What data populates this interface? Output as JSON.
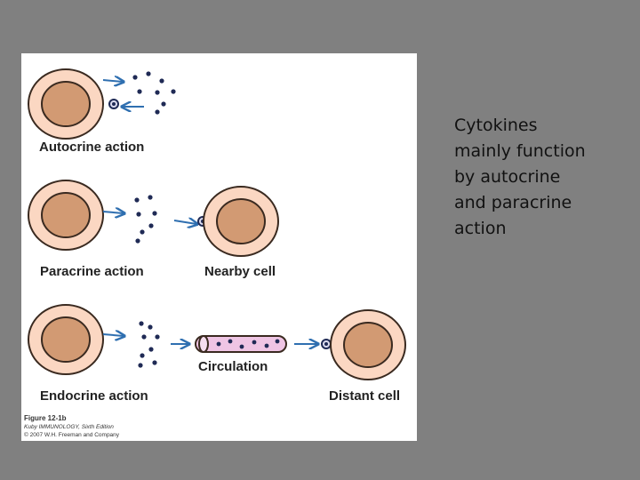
{
  "figure": {
    "labels": {
      "autocrine": "Autocrine action",
      "paracrine": "Paracrine action",
      "nearby": "Nearby cell",
      "endocrine": "Endocrine action",
      "circulation": "Circulation",
      "distant": "Distant cell"
    },
    "caption": {
      "figure_number": "Figure 12-1b",
      "book": "Kuby IMMUNOLOGY, Sixth Edition",
      "copyright": "© 2007 W.H. Freeman and Company"
    },
    "colors": {
      "cell_outer": "#fbd7c2",
      "cell_inner": "#d29a73",
      "cell_stroke": "#3a2a20",
      "arrow": "#2f6fb0",
      "cytokine_dot": "#1f2a55",
      "circulation_fill": "#efc5e4"
    }
  },
  "slide_text": {
    "lines": [
      "Cytokines",
      "mainly function",
      "by autocrine",
      "and paracrine",
      "action"
    ]
  }
}
